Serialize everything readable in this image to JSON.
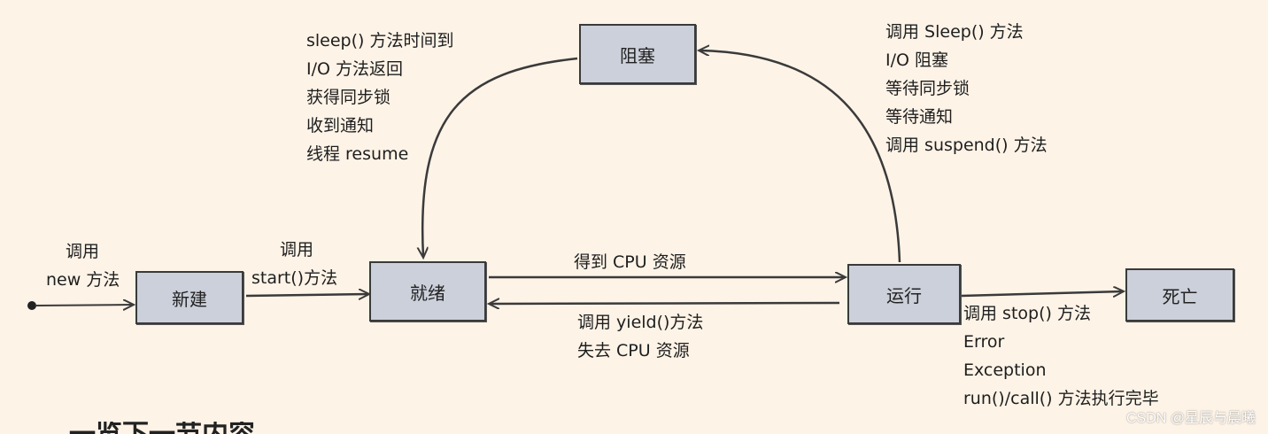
{
  "states": {
    "new": "新建",
    "ready": "就绪",
    "blocked": "阻塞",
    "running": "运行",
    "dead": "死亡"
  },
  "labels": {
    "create": [
      "调用",
      "new 方法"
    ],
    "start": [
      "调用",
      "start()方法"
    ],
    "get_cpu": "得到 CPU 资源",
    "lose_cpu": [
      "调用 yield()方法",
      "失去 CPU 资源"
    ],
    "unblock": [
      "sleep() 方法时间到",
      "I/O 方法返回",
      "获得同步锁",
      "收到通知",
      "线程 resume"
    ],
    "block": [
      "调用 Sleep() 方法",
      "I/O 阻塞",
      "等待同步锁",
      "等待通知",
      "调用 suspend() 方法"
    ],
    "terminate": [
      "调用 stop() 方法",
      "Error",
      "Exception",
      "run()/call() 方法执行完毕"
    ]
  },
  "footer_heading": "一览下一节内容",
  "watermark": "CSDN @星辰与晨曦",
  "colors": {
    "background": "#fdf3e7",
    "box_fill": "#ccd0da",
    "stroke": "#3a3a3a"
  }
}
